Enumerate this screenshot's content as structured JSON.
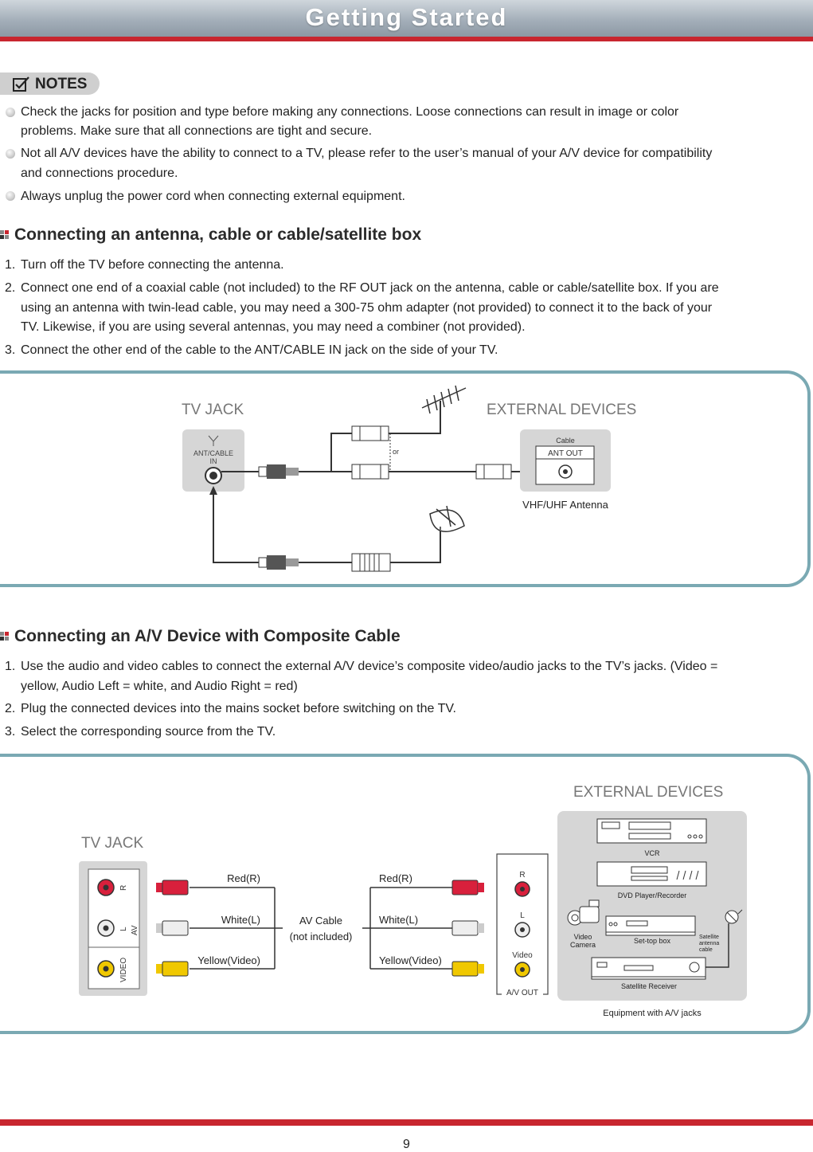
{
  "header": {
    "title": "Getting Started"
  },
  "notes": {
    "label": "NOTES",
    "items": [
      {
        "line1": "Check the jacks for position and type before making any connections. Loose connections can result in image or color",
        "line2": "problems. Make sure that all connections are tight and secure."
      },
      {
        "line1": "Not all A/V devices have the ability to connect to a TV, please refer to the user’s manual of your A/V device for compatibility",
        "line2": "and connections procedure."
      },
      {
        "line1": "Always unplug the power cord when connecting external equipment.",
        "line2": ""
      }
    ]
  },
  "section1": {
    "title": "Connecting an antenna, cable or cable/satellite box",
    "steps": [
      {
        "num": "1.",
        "lines": [
          "Turn off the TV before connecting the antenna."
        ]
      },
      {
        "num": "2.",
        "lines": [
          "Connect one end of a coaxial cable (not included) to the RF OUT jack on the antenna, cable or cable/satellite box. If you are",
          "using an antenna with twin-lead cable, you may need a 300-75 ohm adapter (not provided) to connect it to the back of your",
          "TV. Likewise, if you are using several antennas, you may need a combiner (not provided)."
        ]
      },
      {
        "num": "3.",
        "lines": [
          "Connect the other end of the cable to the ANT/CABLE IN jack on the side of your TV."
        ]
      }
    ],
    "diagram": {
      "tv_jack_label": "TV JACK",
      "external_label": "EXTERNAL DEVICES",
      "jack_line1": "ANT/CABLE",
      "jack_line2": "IN",
      "or_label": "or",
      "cable_label": "Cable",
      "ant_out_label": "ANT OUT",
      "antenna_label": "VHF/UHF Antenna"
    }
  },
  "section2": {
    "title": "Connecting an A/V Device with Composite Cable",
    "steps": [
      {
        "num": "1.",
        "lines": [
          "Use the audio and video cables to connect the external A/V device’s composite video/audio jacks to the TV’s jacks. (Video =",
          "yellow, Audio Left = white, and Audio Right = red)"
        ]
      },
      {
        "num": "2.",
        "lines": [
          "Plug the connected devices into the mains socket before switching on the TV."
        ]
      },
      {
        "num": "3.",
        "lines": [
          "Select the corresponding source from the TV."
        ]
      }
    ],
    "diagram": {
      "tv_jack_label": "TV JACK",
      "external_label": "EXTERNAL DEVICES",
      "panel_r": "R",
      "panel_l": "L",
      "panel_av": "AV",
      "panel_video": "VIDEO",
      "red_left": "Red(R)",
      "white_left": "White(L)",
      "yellow_left": "Yellow(Video)",
      "red_right": "Red(R)",
      "white_right": "White(L)",
      "yellow_right": "Yellow(Video)",
      "av_cable": "AV Cable",
      "not_included": "(not included)",
      "out_r": "R",
      "out_l": "L",
      "out_video": "Video",
      "av_out": "A/V OUT",
      "vcr": "VCR",
      "dvd": "DVD Player/Recorder",
      "video_camera_1": "Video",
      "video_camera_2": "Camera",
      "settop": "Set-top box",
      "sat_cable_1": "Satellite",
      "sat_cable_2": "antenna",
      "sat_cable_3": "cable",
      "sat_receiver": "Satellite Receiver",
      "equipment": "Equipment with A/V jacks"
    }
  },
  "footer": {
    "page_number": "9"
  },
  "colors": {
    "accent_red": "#c8262f",
    "frame_teal": "#7aa9b3",
    "panel_gray": "#d6d6d6",
    "cable_red": "#d8203c",
    "cable_yellow": "#f0c800"
  }
}
